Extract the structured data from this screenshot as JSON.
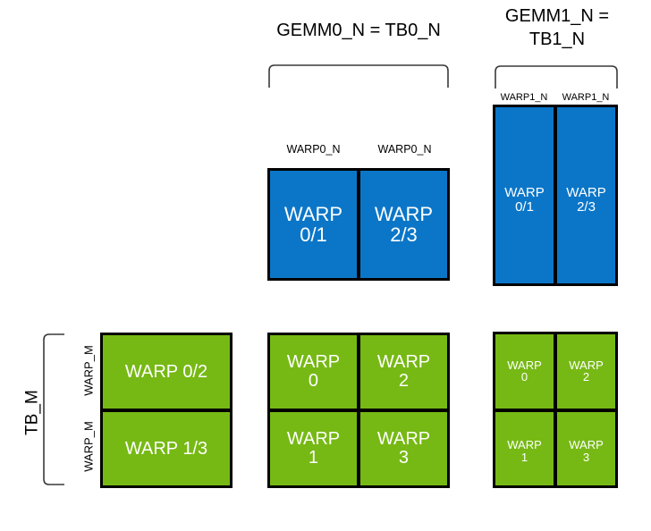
{
  "diagram": {
    "title_gemm0": "GEMM0_N = TB0_N",
    "title_gemm1_line1": "GEMM1_N =",
    "title_gemm1_line2": "TB1_N",
    "tb_m_label": "TB_M",
    "colors": {
      "blue": "#0b76c8",
      "green": "#76b914",
      "outline": "#000000",
      "background": "#ffffff",
      "text_on_fill": "#ffffff",
      "text_plain": "#000000"
    },
    "left_column": {
      "warp_m_labels": [
        "WARP_M",
        "WARP_M"
      ],
      "green_cells": [
        {
          "text": "WARP 0/2"
        },
        {
          "text": "WARP 1/3"
        }
      ]
    },
    "middle_column": {
      "warp0_n_labels": [
        "WARP0_N",
        "WARP0_N"
      ],
      "blue_cells": [
        {
          "text": "WARP\n0/1"
        },
        {
          "text": "WARP\n2/3"
        }
      ],
      "green_cells": [
        {
          "text": "WARP\n0"
        },
        {
          "text": "WARP\n2"
        },
        {
          "text": "WARP\n1"
        },
        {
          "text": "WARP\n3"
        }
      ]
    },
    "right_column": {
      "warp1_n_labels": [
        "WARP1_N",
        "WARP1_N"
      ],
      "blue_cells": [
        {
          "text": "WARP\n0/1"
        },
        {
          "text": "WARP\n2/3"
        }
      ],
      "green_cells": [
        {
          "text": "WARP\n0"
        },
        {
          "text": "WARP\n2"
        },
        {
          "text": "WARP\n1"
        },
        {
          "text": "WARP\n3"
        }
      ]
    }
  }
}
